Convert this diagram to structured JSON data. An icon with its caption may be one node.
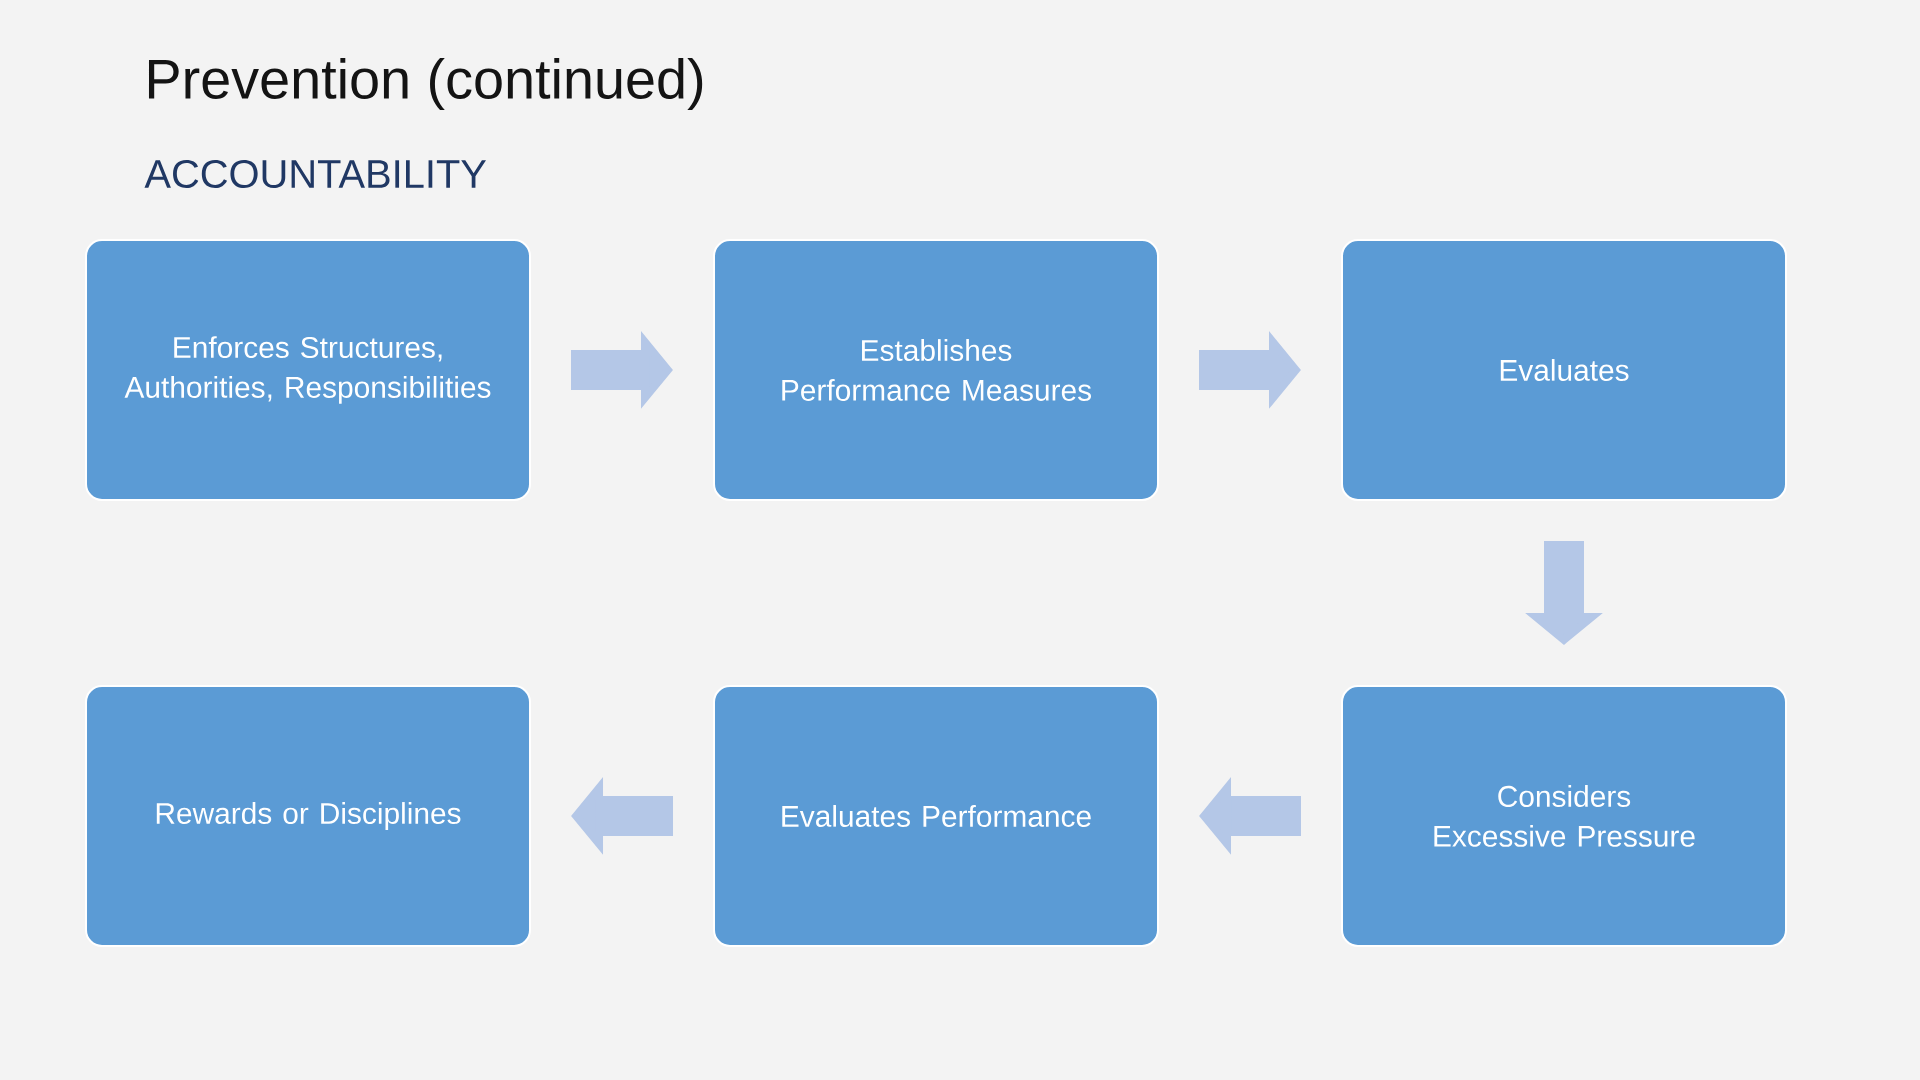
{
  "diagram": {
    "title": "Prevention (continued)",
    "nodes": [
      {
        "text": [
          "Enforces Structures, Authorities, Responsibilities"
        ]
      },
      {
        "text": [
          "Establishes Performance Measures"
        ]
      },
      {
        "text": [
          "Evaluates"
        ]
      },
      {
        "text": [
          "Rewards or Disciplines"
        ]
      },
      {
        "text": [
          "Evaluates Performance"
        ]
      },
      {
        "text": [
          "Considers Excessive Pressure"
        ]
      }
    ],
    "edges": [
      {
        "from": 0,
        "to": 1,
        "arrow": "to"
      },
      {
        "from": 1,
        "to": 2,
        "arrow": "to"
      },
      {
        "from": 2,
        "to": 5,
        "arrow": "to"
      },
      {
        "from": 5,
        "to": 4,
        "arrow": "to"
      },
      {
        "from": 4,
        "to": 3,
        "arrow": "to"
      }
    ],
    "labels": [
      "ACCOUNTABILITY"
    ]
  }
}
